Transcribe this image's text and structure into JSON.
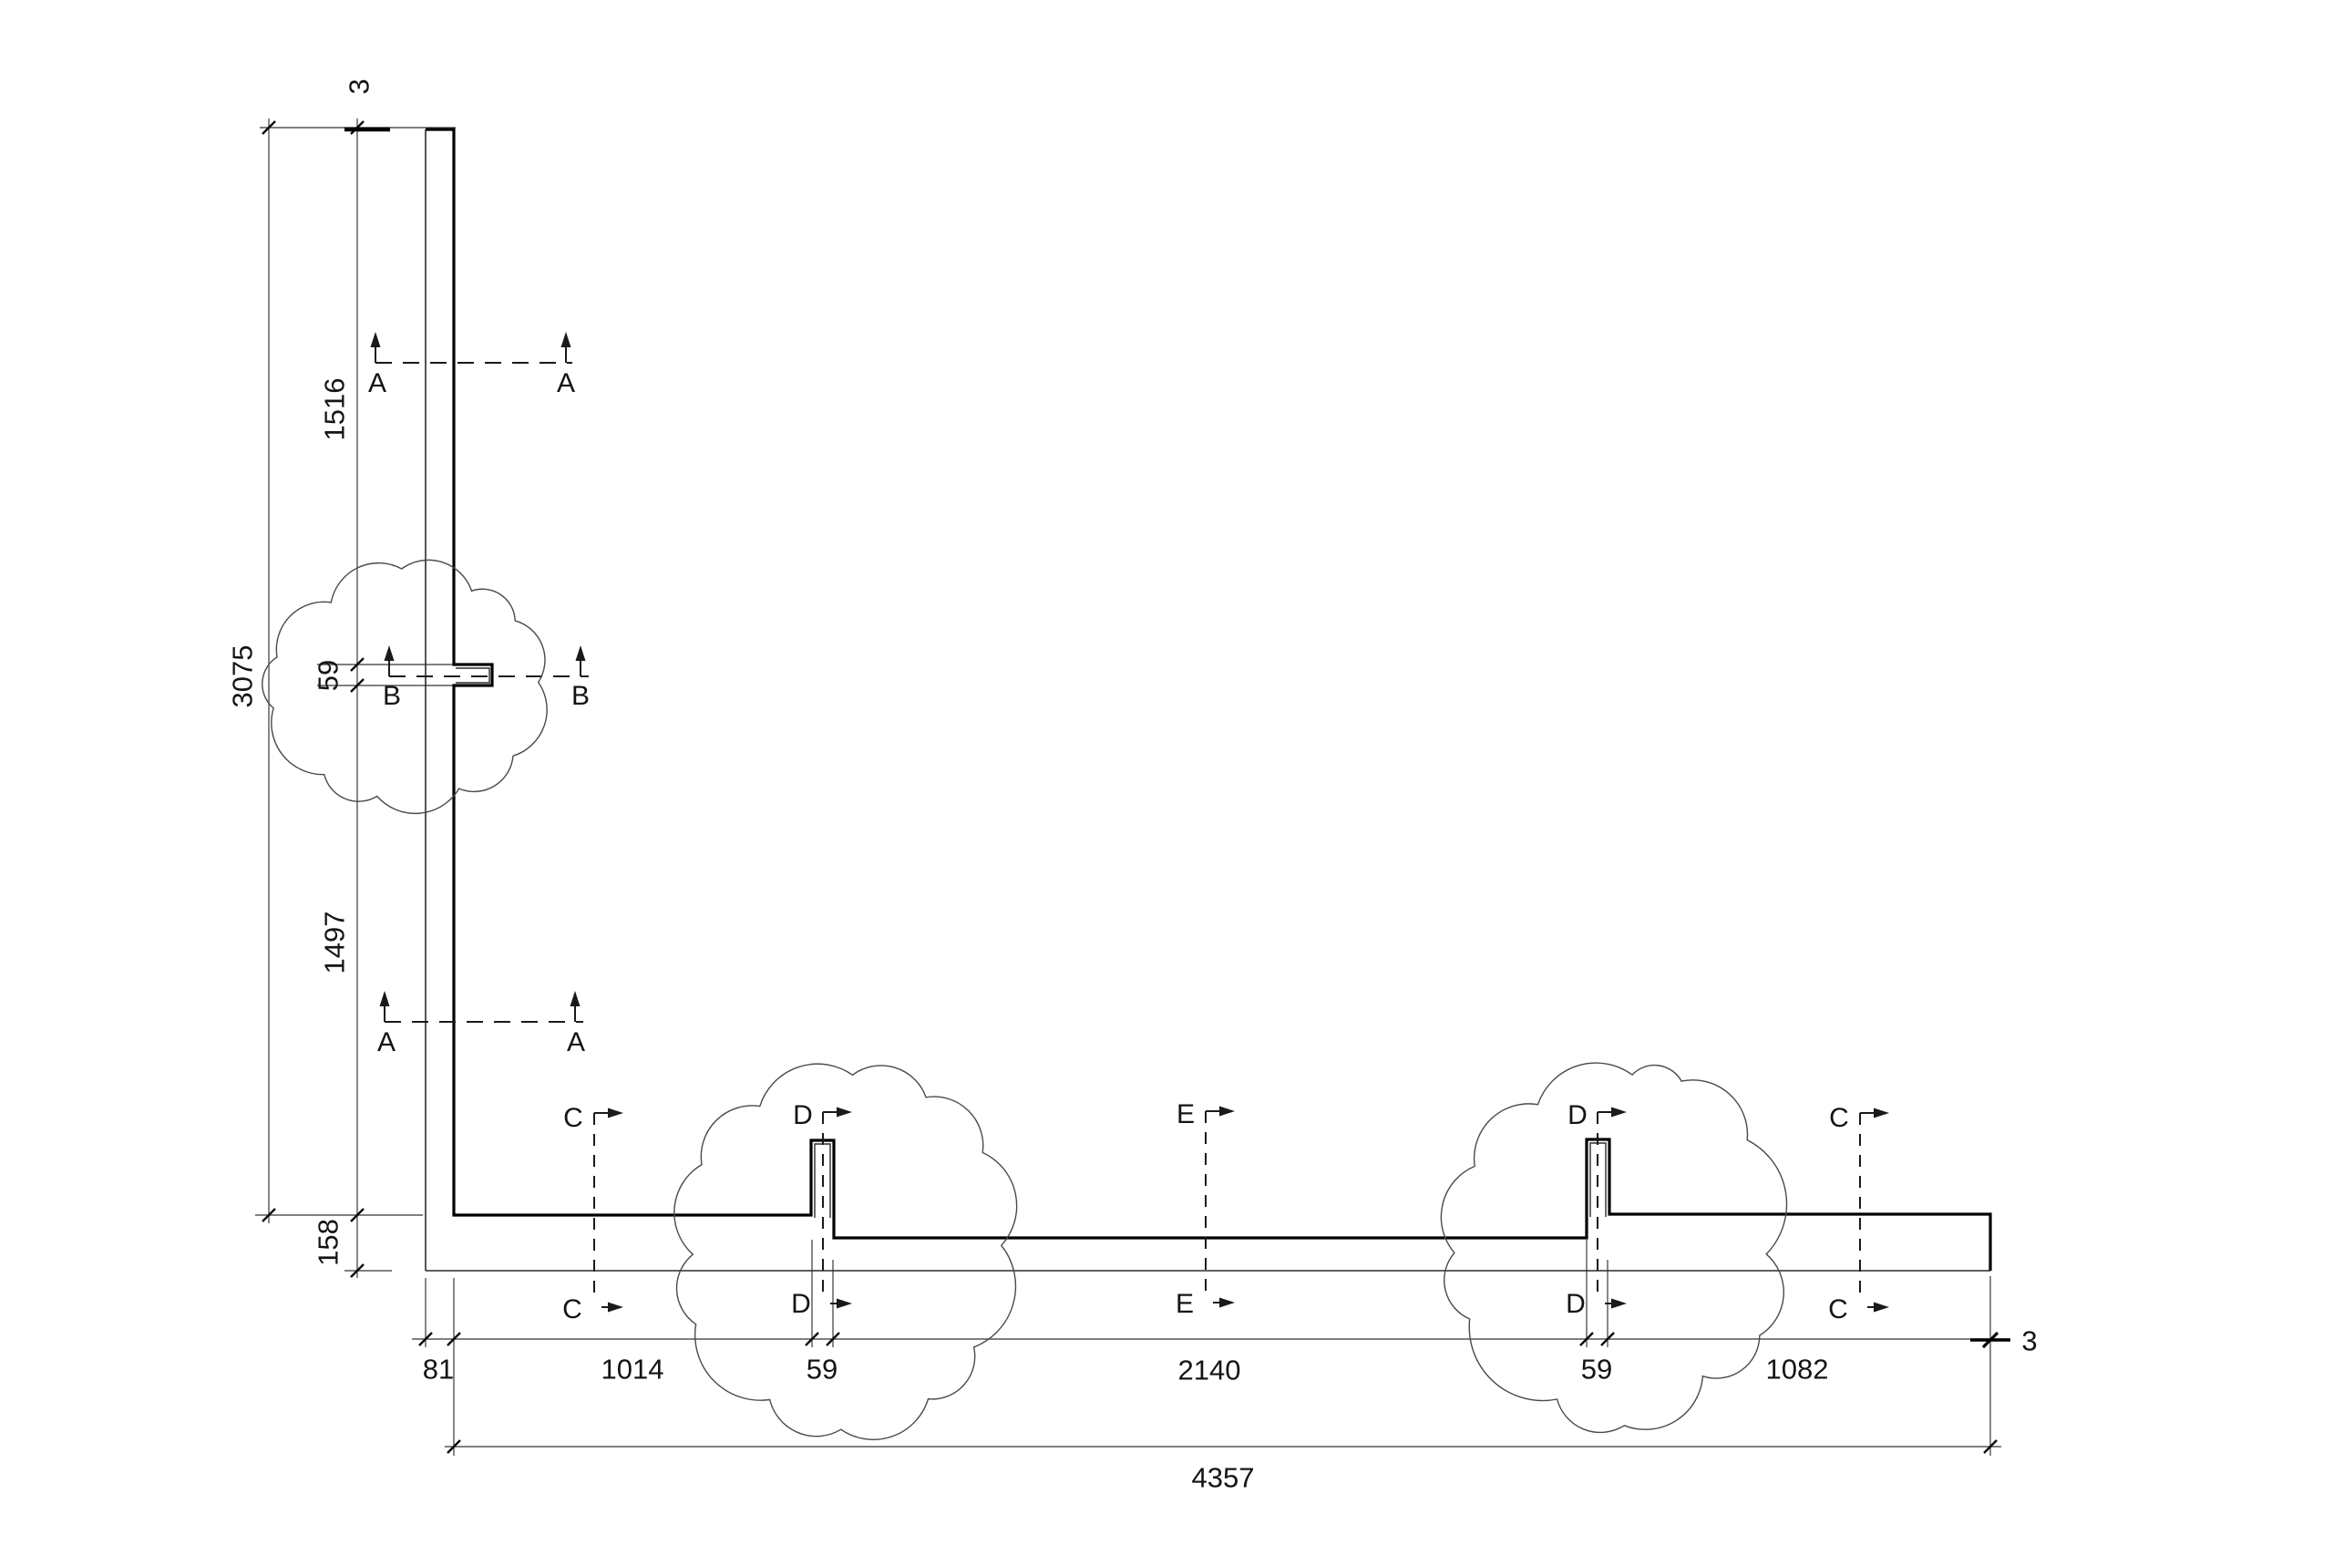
{
  "drawing": {
    "vertical_overall": "3075",
    "vertical_chain": {
      "gap": "3",
      "seg1": "1516",
      "slot": "59",
      "seg2": "1497"
    },
    "bottom_wall_thickness": "158",
    "horizontal_overall": "4357",
    "horizontal_chain": {
      "wall_thickness": "81",
      "seg1": "1014",
      "tab1": "59",
      "seg2": "2140",
      "tab2": "59",
      "seg3": "1082",
      "gap": "3"
    },
    "section_labels": {
      "a": "A",
      "b": "B",
      "c": "C",
      "d": "D",
      "e": "E"
    },
    "revision_cloud_count": 3,
    "colors": {
      "object_line": "#000000",
      "thin_line": "#2b2b2b",
      "extension_line": "#565656",
      "cloud_line": "#4a4a4a",
      "text": "#141414",
      "background": "#ffffff"
    }
  }
}
